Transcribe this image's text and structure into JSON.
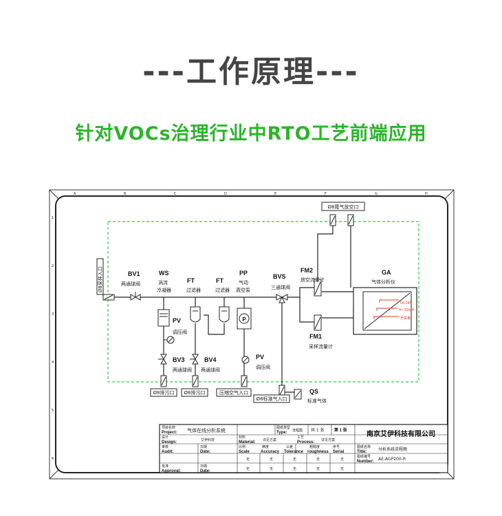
{
  "page": {
    "title": "---工作原理---",
    "subtitle": "针对VOCs治理行业中RTO工艺前端应用"
  },
  "diagram": {
    "grid_letters": [
      "A",
      "B",
      "C",
      "D",
      "E",
      "F",
      "G",
      "H"
    ],
    "grid_numbers": [
      "1",
      "2",
      "3",
      "4",
      "5",
      "6"
    ],
    "sample_inlet": "Ø8采样入口",
    "vent_outlet": "Ø8尾气放空口",
    "components": {
      "bv1": {
        "code": "BV1",
        "name": "两通球阀"
      },
      "ws": {
        "code": "WS",
        "name1": "涡流",
        "name2": "冷凝器"
      },
      "ft1": {
        "code": "FT",
        "name": "过滤器"
      },
      "ft2": {
        "code": "FT",
        "name": "过滤器"
      },
      "pp": {
        "code": "PP",
        "name1": "气动",
        "name2": "真空泵"
      },
      "bvs": {
        "code": "BVS",
        "name": "三通球阀"
      },
      "fm2": {
        "code": "FM2",
        "name": "放空流量计"
      },
      "fm1": {
        "code": "FM1",
        "name": "采样流量计"
      },
      "ga": {
        "code": "GA",
        "name": "气体分析仪"
      },
      "pv_top": {
        "code": "PV",
        "name": "调压阀"
      },
      "pv_bottom": {
        "code": "PV",
        "name": "调压阀"
      },
      "bv3": {
        "code": "BV3",
        "name": "两通球阀"
      },
      "bv4": {
        "code": "BV4",
        "name": "两通球阀"
      },
      "qs": {
        "code": "QS",
        "name": "标准气体"
      }
    },
    "analyzer_labels": [
      "DC24V",
      "4~20mA",
      "开关量"
    ],
    "port_drain1": "Ø8排污口",
    "port_drain2": "Ø8排污口",
    "port_air": "压缩空气入口",
    "port_std": "Ø8标准气入口"
  },
  "title_block": {
    "project_cn": "项目名称",
    "project_en": "Project:",
    "project_value": "气体在线分析系统",
    "type_cn": "图纸类型",
    "type_en": "Type:",
    "type_value": "流程图",
    "sheet": "共 1 张",
    "sheet_no": "第 1 张",
    "company": "南京艾伊科技有限公司",
    "design_cn": "设计",
    "design_en": "Design:",
    "design_value": "艾伊科技",
    "material_cn": "材料",
    "material_en": "Material:",
    "material_value": "详见方案",
    "process_cn": "工艺",
    "process_en": "Process:",
    "process_value": "详见方案",
    "drawing_name_cn": "图纸名称",
    "drawing_name_en": "Title:",
    "drawing_name_value": "分析系统流程图",
    "audit_cn": "审核",
    "audit_en": "Audit:",
    "date1_cn": "日期",
    "date1_en": "Date:",
    "scale_cn": "比例",
    "scale_en": "Scale",
    "scale_value": "无",
    "accuracy_cn": "精度",
    "accuracy_en": "Accuracy",
    "accuracy_value": "无",
    "tolerance_cn": "公差",
    "tolerance_en": "Tolerance",
    "tolerance_value": "无",
    "roughness_cn": "粗糙度",
    "roughness_en": "roughness",
    "roughness_value": "无",
    "serial_cn": "序号",
    "serial_en": "Serial",
    "serial_value": "无",
    "number_cn": "图纸编号",
    "number_en": "Number:",
    "number_value": "AE-AGP200-R",
    "approval_cn": "批准",
    "approval_en": "Approval:",
    "date2_cn": "日期",
    "date2_en": "Date:"
  },
  "colors": {
    "title": "#444444",
    "subtitle": "#2ab52a",
    "dashed_boundary": "#2ecc40",
    "line": "#222222",
    "analyzer_text": "#e03a1e"
  }
}
